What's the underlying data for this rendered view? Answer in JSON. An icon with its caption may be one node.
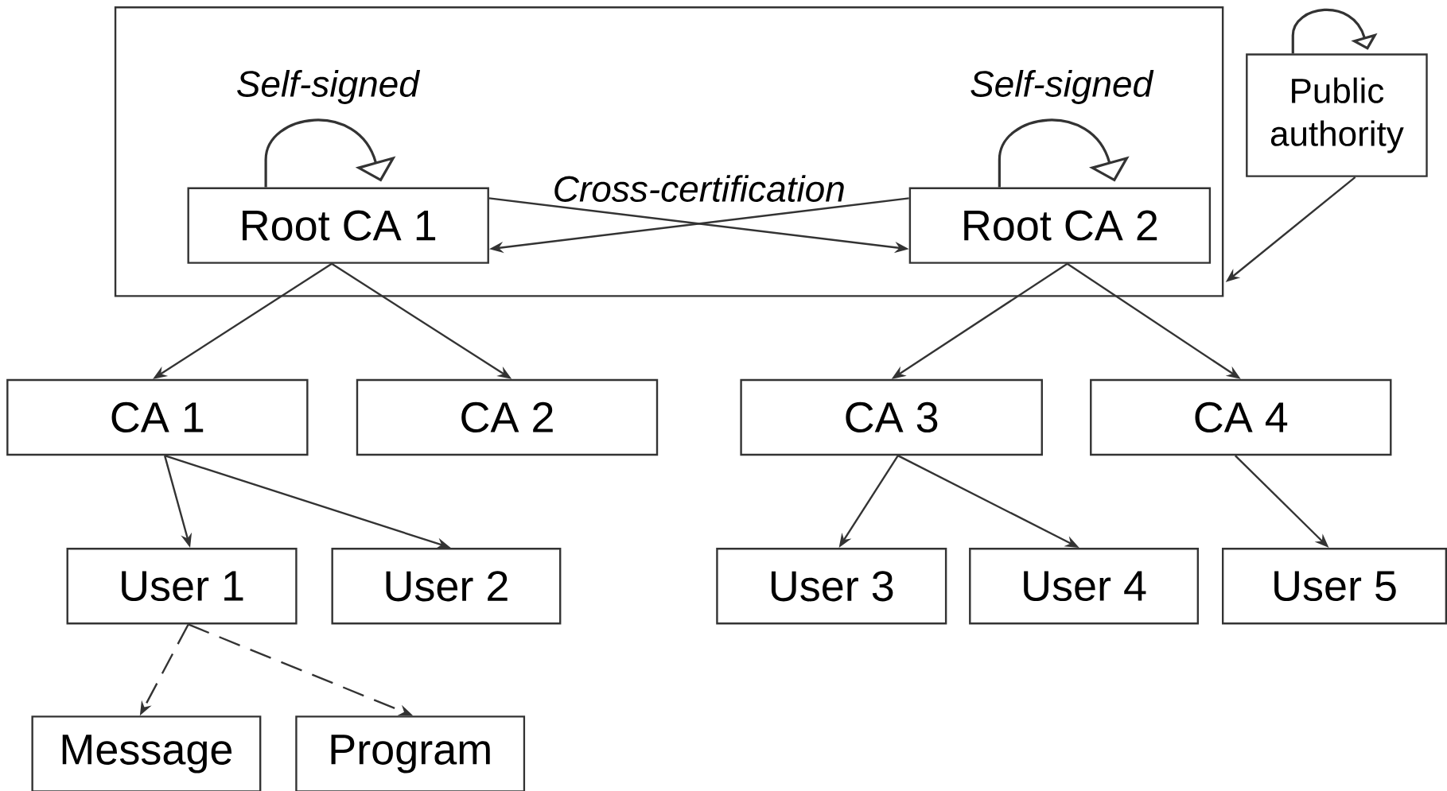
{
  "diagram": {
    "nodes": [
      {
        "text": [],
        "shape": "box"
      },
      {
        "text": [
          "Root CA 1"
        ],
        "in": 0
      },
      {
        "text": [
          "Root CA 2"
        ],
        "in": 0
      },
      {
        "text": [
          "Public authority"
        ]
      },
      {
        "text": [
          "CA 1"
        ]
      },
      {
        "text": [
          "CA 2"
        ]
      },
      {
        "text": [
          "CA 3"
        ]
      },
      {
        "text": [
          "CA 4"
        ]
      },
      {
        "text": [
          "User 1"
        ]
      },
      {
        "text": [
          "User 2"
        ]
      },
      {
        "text": [
          "User 3"
        ]
      },
      {
        "text": [
          "User 4"
        ]
      },
      {
        "text": [
          "User 5"
        ]
      },
      {
        "text": [
          "Message"
        ]
      },
      {
        "text": [
          "Program"
        ]
      }
    ],
    "edges": [
      {
        "from": 1,
        "to": 1,
        "arrow": "to",
        "label": "Self-signed"
      },
      {
        "from": 2,
        "to": 2,
        "arrow": "to",
        "label": "Self-signed"
      },
      {
        "from": 3,
        "to": 3,
        "arrow": "to"
      },
      {
        "from": 1,
        "to": 2,
        "arrow": "to",
        "label": "Cross-certification"
      },
      {
        "from": 2,
        "to": 1,
        "arrow": "to"
      },
      {
        "from": 3,
        "to": 0,
        "arrow": "to"
      },
      {
        "from": 1,
        "to": 4,
        "arrow": "to"
      },
      {
        "from": 1,
        "to": 5,
        "arrow": "to"
      },
      {
        "from": 2,
        "to": 6,
        "arrow": "to"
      },
      {
        "from": 2,
        "to": 7,
        "arrow": "to"
      },
      {
        "from": 4,
        "to": 8,
        "arrow": "to"
      },
      {
        "from": 4,
        "to": 9,
        "arrow": "to"
      },
      {
        "from": 6,
        "to": 10,
        "arrow": "to"
      },
      {
        "from": 6,
        "to": 11,
        "arrow": "to"
      },
      {
        "from": 7,
        "to": 12,
        "arrow": "to"
      },
      {
        "from": 8,
        "to": 13,
        "arrow": "to",
        "style": "dashed"
      },
      {
        "from": 8,
        "to": 14,
        "arrow": "to",
        "style": "dashed"
      }
    ]
  }
}
